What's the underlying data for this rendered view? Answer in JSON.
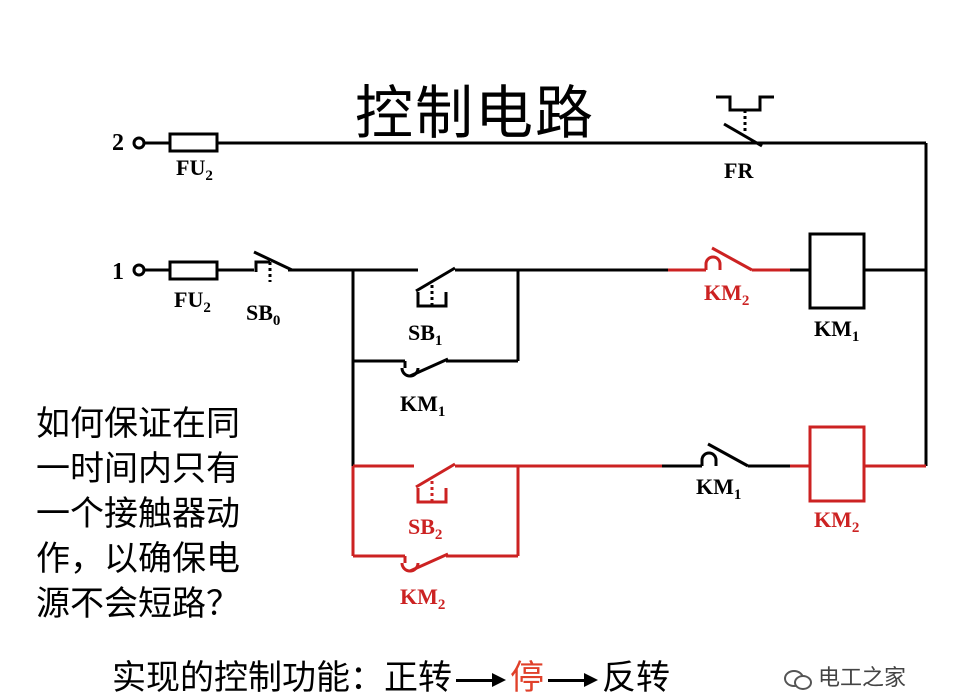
{
  "title": "控制电路",
  "question": "如何保证在同\n一时间内只有\n一个接触器动\n作，以确保电\n源不会短路？",
  "function_line": {
    "prefix": "实现的控制功能：正转",
    "stop": "停",
    "reverse": "反转"
  },
  "watermark": "电工之家",
  "terminals": {
    "t2": "2",
    "t1": "1"
  },
  "labels": {
    "fu2_top": {
      "main": "FU",
      "sub": "2"
    },
    "fu2_mid": {
      "main": "FU",
      "sub": "2"
    },
    "sb0": {
      "main": "SB",
      "sub": "0"
    },
    "fr": "FR",
    "sb1": {
      "main": "SB",
      "sub": "1"
    },
    "km1_hold": {
      "main": "KM",
      "sub": "1"
    },
    "km2_interlock": {
      "main": "KM",
      "sub": "2"
    },
    "km1_coil": {
      "main": "KM",
      "sub": "1"
    },
    "sb2": {
      "main": "SB",
      "sub": "2"
    },
    "km2_hold": {
      "main": "KM",
      "sub": "2"
    },
    "km1_interlock": {
      "main": "KM",
      "sub": "1"
    },
    "km2_coil": {
      "main": "KM",
      "sub": "2"
    }
  },
  "colors": {
    "normal": "#000000",
    "highlight": "#cc2222",
    "stop_text": "#e0402a"
  }
}
